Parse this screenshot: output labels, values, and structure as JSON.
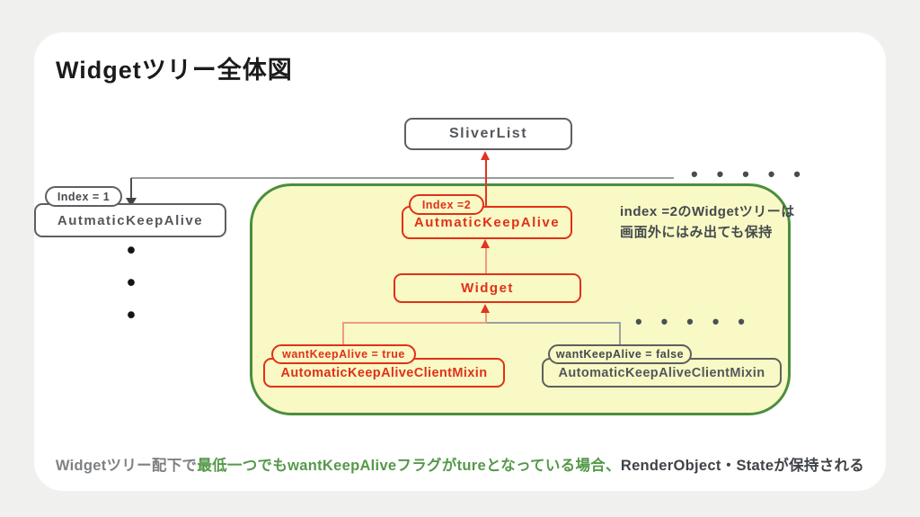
{
  "title": "Widgetツリー全体図",
  "glyphs": {
    "dot": "•"
  },
  "nodes": {
    "sliverlist": "SliverList",
    "index1_tag": "Index = 1",
    "keepalive1": "AutmaticKeepAlive",
    "index2_tag": "Index =2",
    "keepalive2": "AutmaticKeepAlive",
    "widget": "Widget",
    "want_true_tag": "wantKeepAlive = true",
    "mixin_true": "AutomaticKeepAliveClientMixin",
    "want_false_tag": "wantKeepAlive = false",
    "mixin_false": "AutomaticKeepAliveClientMixin"
  },
  "note": {
    "line1": "index =2のWidgetツリーは",
    "line2": "画面外にはみ出ても保持"
  },
  "caption": {
    "part1": "Widgetツリー配下で",
    "part2": "最低一つでもwantKeepAliveフラグがtureとなっている場合、",
    "part3": "RenderObject・Stateが保持される"
  },
  "colors": {
    "accent_red": "#e23018",
    "group_border_green": "#4a8e3d",
    "group_fill_yellow": "#f8f9c5",
    "caption_green": "#55994a",
    "node_border_gray": "#5f5f5f"
  }
}
